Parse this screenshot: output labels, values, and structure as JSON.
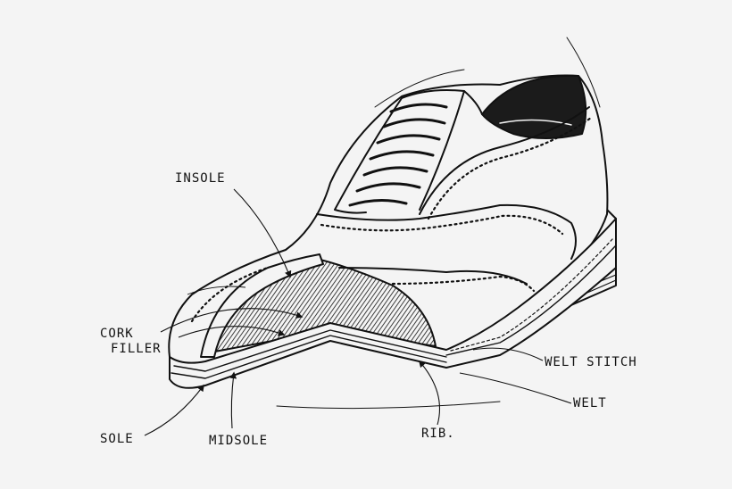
{
  "labels": {
    "insole": "INSOLE",
    "cork_filler_line1": "CORK",
    "cork_filler_line2": "FILLER",
    "sole": "SOLE",
    "midsole": "MIDSOLE",
    "rib": "RIB.",
    "welt_stitch": "WELT STITCH",
    "welt": "WELT"
  },
  "colors": {
    "ink": "#111111",
    "paper": "#f4f4f4",
    "shade": "#1b1b1b"
  }
}
